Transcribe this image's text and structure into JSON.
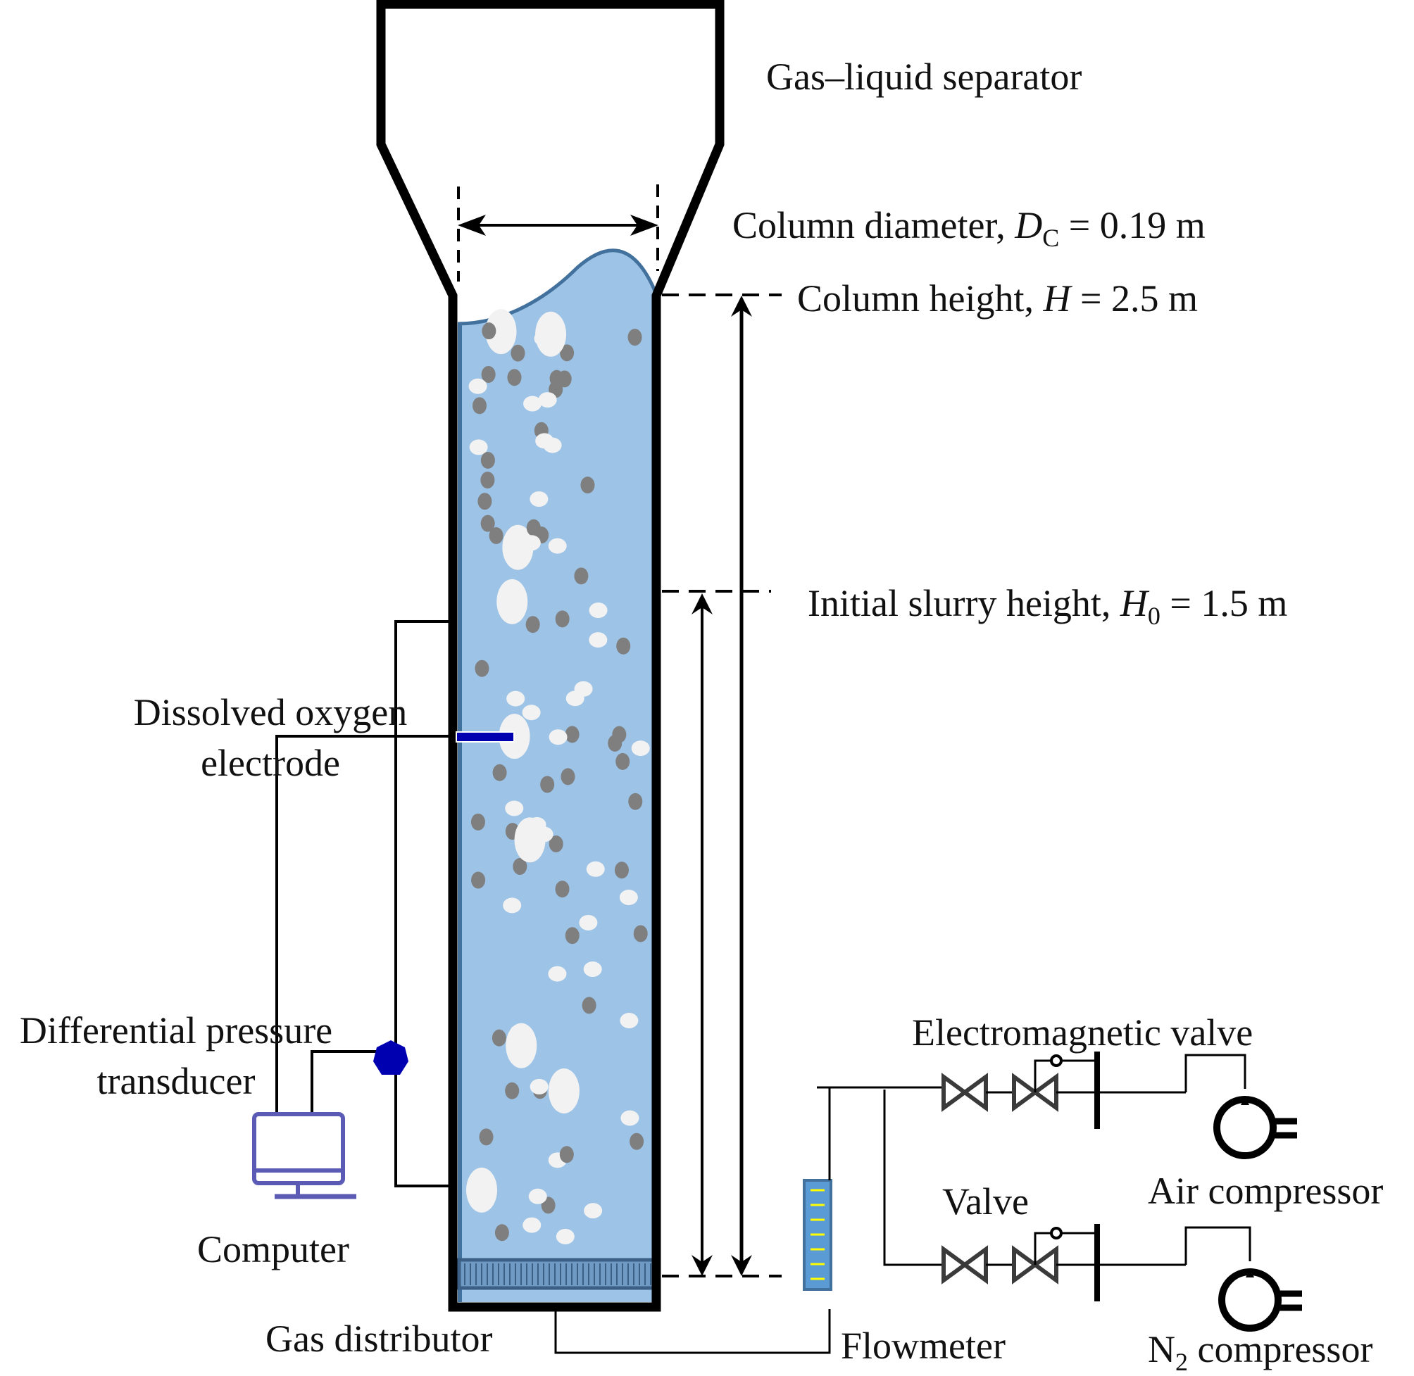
{
  "labels": {
    "separator": "Gas–liquid separator",
    "diameter_prefix": "Column diameter, ",
    "diameter_symbol": "D",
    "diameter_sub": "C",
    "diameter_value": " = 0.19 m",
    "height_prefix": "Column height, ",
    "height_symbol": "H",
    "height_value": " = 2.5 m",
    "slurry_prefix": "Initial slurry height, ",
    "slurry_symbol": "H",
    "slurry_sub": "0",
    "slurry_value": " = 1.5 m",
    "do_electrode_line1": "Dissolved oxygen",
    "do_electrode_line2": "electrode",
    "dp_transducer_line1": "Differential pressure",
    "dp_transducer_line2": "transducer",
    "computer": "Computer",
    "gas_distributor": "Gas distributor",
    "flowmeter": "Flowmeter",
    "valve": "Valve",
    "electromagnetic_valve": "Electromagnetic valve",
    "air_compressor": "Air compressor",
    "n2_prefix": "N",
    "n2_sub": "2",
    "n2_suffix": " compressor"
  },
  "colors": {
    "slurry": "#9dc3e6",
    "slurry_edge": "#41719c",
    "bubble": "#f2f2f2",
    "particle": "#7f7f7f",
    "probe": "#0000b0",
    "computer": "#5b5bb5",
    "flowmeter_body": "#5b9bd5",
    "flowmeter_tick": "#ffff00",
    "valve_stroke": "#3a3a3a"
  },
  "specs": {
    "column_diameter_m": 0.19,
    "column_height_m": 2.5,
    "initial_slurry_height_m": 1.5
  }
}
